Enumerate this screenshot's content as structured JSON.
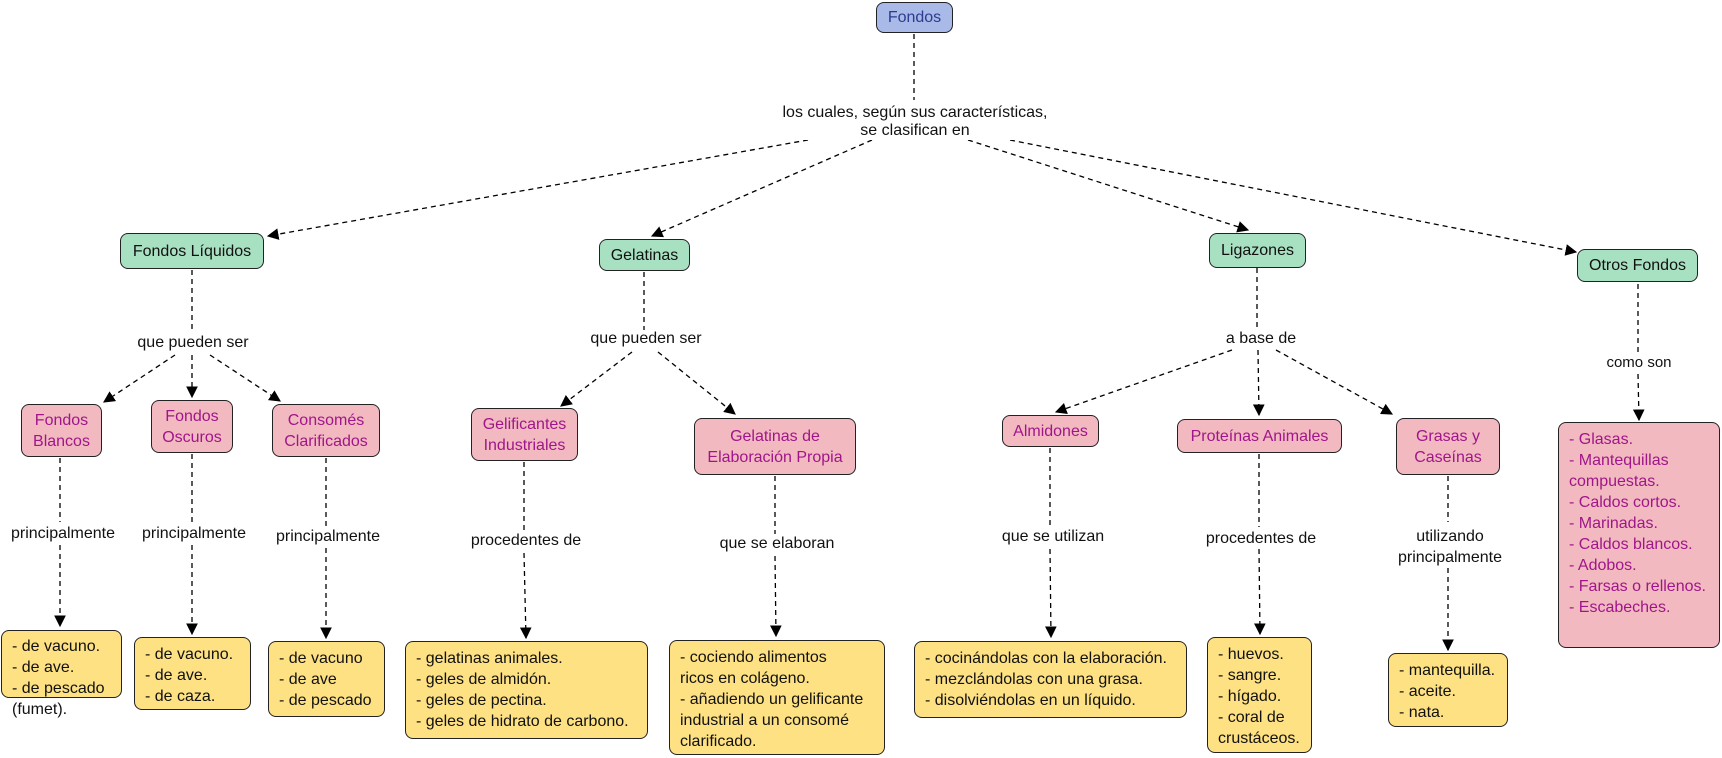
{
  "root": "Fondos",
  "root_link": "los cuales, según sus características,\nse clasifican en",
  "categories": {
    "liquidos": "Fondos Líquidos",
    "gelatinas": "Gelatinas",
    "ligazones": "Ligazones",
    "otros": "Otros Fondos"
  },
  "links": {
    "liquidos": "que pueden ser",
    "gelatinas": "que pueden ser",
    "ligazones": "a base de",
    "otros": "como son"
  },
  "subs": {
    "blancos": "Fondos\nBlancos",
    "oscuros": "Fondos\nOscuros",
    "consomes": "Consomés\nClarificados",
    "gelificantes": "Gelificantes\nIndustriales",
    "elaboracion": "Gelatinas de\nElaboración Propia",
    "almidones": "Almidones",
    "proteinas": "Proteínas Animales",
    "grasas": "Grasas y\nCaseínas"
  },
  "sub_links": {
    "blancos": "principalmente",
    "oscuros": "principalmente",
    "consomes": "principalmente",
    "gelificantes": "procedentes de",
    "elaboracion": "que se elaboran",
    "almidones": "que se utilizan",
    "proteinas": "procedentes de",
    "grasas": "utilizando\nprincipalmente"
  },
  "leaves": {
    "blancos": [
      "- de vacuno.",
      "- de ave.",
      "- de pescado",
      "(fumet)."
    ],
    "oscuros": [
      "- de vacuno.",
      "- de ave.",
      "- de caza."
    ],
    "consomes": [
      "- de vacuno",
      "- de ave",
      "- de pescado"
    ],
    "gelificantes": [
      "- gelatinas animales.",
      "- geles de almidón.",
      "- geles de pectina.",
      "- geles de hidrato de carbono."
    ],
    "elaboracion": [
      "- cociendo alimentos",
      "ricos en colágeno.",
      "- añadiendo un gelificante",
      "industrial a un consomé",
      "clarificado."
    ],
    "almidones": [
      "- cocinándolas con la elaboración.",
      "- mezclándolas con una grasa.",
      "- disolviéndolas en un líquido."
    ],
    "proteinas": [
      "- huevos.",
      "- sangre.",
      "- hígado.",
      "- coral de",
      "crustáceos."
    ],
    "grasas": [
      "- mantequilla.",
      "- aceite.",
      "- nata."
    ],
    "otros": [
      "- Glasas.",
      "- Mantequillas",
      "compuestas.",
      "- Caldos cortos.",
      "- Marinadas.",
      "- Caldos blancos.",
      "- Adobos.",
      "- Farsas o rellenos.",
      "- Escabeches."
    ]
  }
}
